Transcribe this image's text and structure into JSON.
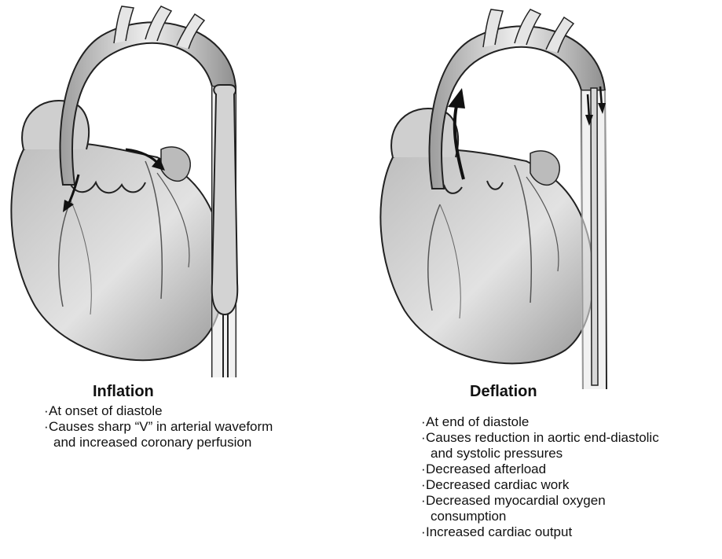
{
  "inflation": {
    "title": "Inflation",
    "bullets": [
      {
        "text": "At onset of diastole",
        "cont": false
      },
      {
        "text": "Causes sharp “V” in arterial waveform",
        "cont": false
      },
      {
        "text": "and increased coronary perfusion",
        "cont": true
      }
    ]
  },
  "deflation": {
    "title": "Deflation",
    "bullets": [
      {
        "text": "At end of diastole",
        "cont": false
      },
      {
        "text": "Causes reduction in aortic end-diastolic",
        "cont": false
      },
      {
        "text": "and systolic pressures",
        "cont": true
      },
      {
        "text": "Decreased afterload",
        "cont": false
      },
      {
        "text": "Decreased cardiac work",
        "cont": false
      },
      {
        "text": "Decreased myocardial oxygen",
        "cont": false
      },
      {
        "text": "consumption",
        "cont": true
      },
      {
        "text": "Increased cardiac output",
        "cont": false
      }
    ]
  },
  "colors": {
    "heart_fill": "#d9d9d9",
    "heart_shade": "#a9a9a9",
    "outline": "#222222",
    "aorta_fill": "#e6e6e6",
    "balloon_fill": "#cfcfcf"
  },
  "icons": [
    "heart-illustration-icon",
    "arrow-icon"
  ]
}
